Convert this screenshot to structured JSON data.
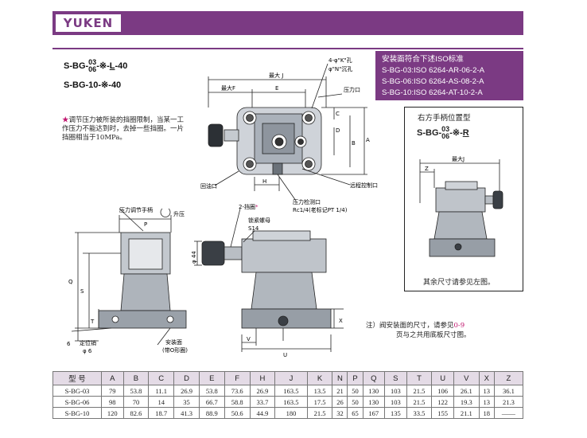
{
  "header": {
    "brand": "YUKEN"
  },
  "models": {
    "line1_prefix": "S-BG-",
    "line1_sub_top": "03",
    "line1_sub_bottom": "06",
    "line1_suffix_a": "-※-",
    "line1_suffix_l": "L",
    "line1_suffix_b": "-40",
    "line2": "S-BG-10-※-40"
  },
  "note": {
    "star": "★",
    "text": "调节压力被所装的挡圈限制，当某一工作压力不能达到时，去掉一些挡圈。一片挡圈相当于10MPa。"
  },
  "iso": {
    "title": "安装面符合下述ISO标准",
    "lines": [
      "S-BG-03:ISO 6264-AR-06-2-A",
      "S-BG-06:ISO 6264-AS-08-2-A",
      "S-BG-10:ISO 6264-AT-10-2-A"
    ]
  },
  "right_panel": {
    "title": "右方手柄位置型",
    "model_prefix": "S-BG-",
    "model_sub_top": "03",
    "model_sub_bottom": "06",
    "model_suffix": "-※-",
    "model_r": "R",
    "max_j": "最大J",
    "z": "Z",
    "note": "其余尺寸请参见左图。"
  },
  "labels": {
    "max_j": "最大 J",
    "max_f": "最大F",
    "e": "E",
    "hole_k": "4-φ\"K\"孔",
    "hole_n": "φ\"N\"沉孔",
    "pressure_port": "压力口",
    "c": "C",
    "d": "D",
    "b": "B",
    "a": "A",
    "return_port": "回油口",
    "h": "H",
    "remote_port": "远程控制口",
    "gauge_port": "压力检测口",
    "rc": "Rc",
    "rc_note": "1/4(老标记PT 1/4)",
    "handle": "压力调节手柄",
    "raise": "升压",
    "p": "P",
    "rings": "2-挡圈",
    "ring_star": "*",
    "lock_nut": "锁紧螺母",
    "s14": "S14",
    "d44": "φ 44",
    "q": "Q",
    "s": "S",
    "t": "T",
    "six": "6",
    "pin": "定位销",
    "pin_d": "φ 6",
    "mount": "安装面",
    "mount_sub": "(带O形圈)",
    "x": "X",
    "v": "V",
    "u": "U"
  },
  "bottom_note": {
    "prefix": "注）阀安装面的尺寸，请参见",
    "link": "0-9",
    "line2": "页与之共用底板尺寸图。"
  },
  "table": {
    "headers": [
      "型  号",
      "A",
      "B",
      "C",
      "D",
      "E",
      "F",
      "H",
      "J",
      "K",
      "N",
      "P",
      "Q",
      "S",
      "T",
      "U",
      "V",
      "X",
      "Z"
    ],
    "rows": [
      [
        "S-BG-03",
        "79",
        "53.8",
        "11.1",
        "26.9",
        "53.8",
        "73.6",
        "26.9",
        "163.5",
        "13.5",
        "21",
        "50",
        "130",
        "103",
        "21.5",
        "106",
        "26.1",
        "13",
        "36.1"
      ],
      [
        "S-BG-06",
        "98",
        "70",
        "14",
        "35",
        "66.7",
        "58.8",
        "33.7",
        "163.5",
        "17.5",
        "26",
        "50",
        "130",
        "103",
        "21.5",
        "122",
        "19.3",
        "13",
        "21.3"
      ],
      [
        "S-BG-10",
        "120",
        "82.6",
        "18.7",
        "41.3",
        "88.9",
        "50.6",
        "44.9",
        "180",
        "21.5",
        "32",
        "65",
        "167",
        "135",
        "33.5",
        "155",
        "21.1",
        "18",
        "——"
      ]
    ]
  }
}
